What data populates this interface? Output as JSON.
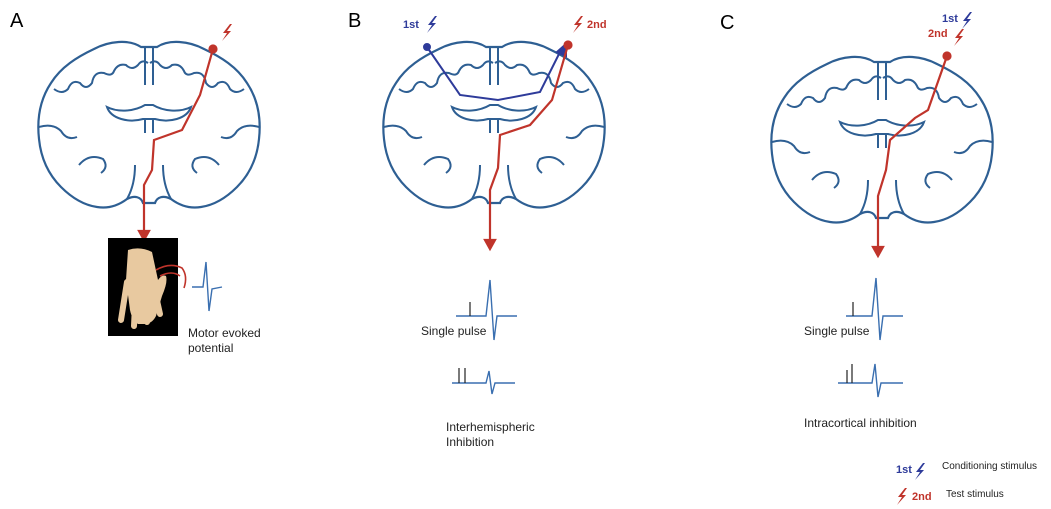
{
  "panels": {
    "a": {
      "label": "A",
      "mep_label_line1": "Motor evoked",
      "mep_label_line2": "potential"
    },
    "b": {
      "label": "B",
      "stim_first": "1st",
      "stim_second": "2nd",
      "trace1_label": "Single pulse",
      "trace2_label_line1": "Interhemispheric",
      "trace2_label_line2": "Inhibition"
    },
    "c": {
      "label": "C",
      "stim_first": "1st",
      "stim_second": "2nd",
      "trace1_label": "Single pulse",
      "trace2_label": "Intracortical inhibition"
    }
  },
  "legend": {
    "items": [
      {
        "tag": "1st",
        "text": "Conditioning stimulus",
        "icon": "blue-lightning-icon"
      },
      {
        "tag": "2nd",
        "text": "Test stimulus",
        "icon": "red-lightning-icon"
      }
    ]
  },
  "colors": {
    "brain_outline": "#2e5f93",
    "pathway_red": "#c0342b",
    "pathway_blue": "#2e3b9a",
    "trace": "#3a6fb0"
  }
}
